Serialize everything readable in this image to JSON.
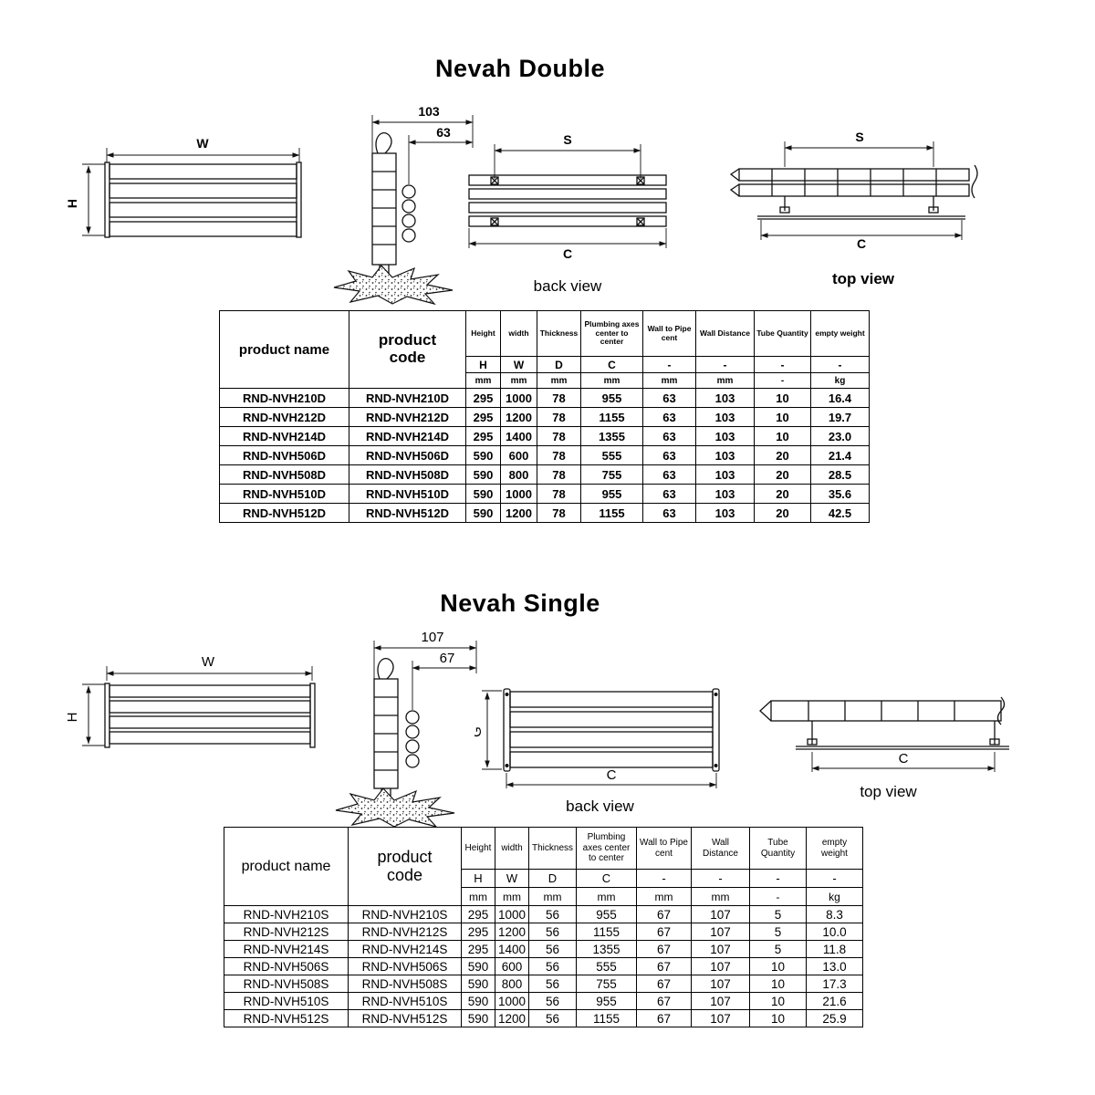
{
  "sections": [
    {
      "title": "Nevah Double",
      "front_view": {
        "w": "W",
        "h": "H"
      },
      "side_view": {
        "wall_distance": "103",
        "wall_to_pipe": "63"
      },
      "back_view": {
        "s": "S",
        "c": "C",
        "caption": "back view"
      },
      "top_view": {
        "s": "S",
        "c": "C",
        "caption": "top view"
      },
      "table": {
        "col_product_name": "product name",
        "col_product_code": "product code",
        "col_height": "Height",
        "col_width": "width",
        "col_thickness": "Thickness",
        "col_plumbing": "Plumbing axes center to center",
        "col_wall_pipe": "Wall to Pipe cent",
        "col_wall_distance": "Wall Distance",
        "col_tube_qty": "Tube Quantity",
        "col_empty_weight": "empty weight",
        "symbols": [
          "H",
          "W",
          "D",
          "C",
          "-",
          "-",
          "-",
          "-"
        ],
        "units": [
          "mm",
          "mm",
          "mm",
          "mm",
          "mm",
          "mm",
          "-",
          "kg"
        ],
        "rows": [
          [
            "RND-NVH210D",
            "RND-NVH210D",
            "295",
            "1000",
            "78",
            "955",
            "63",
            "103",
            "10",
            "16.4"
          ],
          [
            "RND-NVH212D",
            "RND-NVH212D",
            "295",
            "1200",
            "78",
            "1155",
            "63",
            "103",
            "10",
            "19.7"
          ],
          [
            "RND-NVH214D",
            "RND-NVH214D",
            "295",
            "1400",
            "78",
            "1355",
            "63",
            "103",
            "10",
            "23.0"
          ],
          [
            "RND-NVH506D",
            "RND-NVH506D",
            "590",
            "600",
            "78",
            "555",
            "63",
            "103",
            "20",
            "21.4"
          ],
          [
            "RND-NVH508D",
            "RND-NVH508D",
            "590",
            "800",
            "78",
            "755",
            "63",
            "103",
            "20",
            "28.5"
          ],
          [
            "RND-NVH510D",
            "RND-NVH510D",
            "590",
            "1000",
            "78",
            "955",
            "63",
            "103",
            "20",
            "35.6"
          ],
          [
            "RND-NVH512D",
            "RND-NVH512D",
            "590",
            "1200",
            "78",
            "1155",
            "63",
            "103",
            "20",
            "42.5"
          ]
        ]
      }
    },
    {
      "title": "Nevah Single",
      "front_view": {
        "w": "W",
        "h": "H"
      },
      "side_view": {
        "wall_distance": "107",
        "wall_to_pipe": "67"
      },
      "back_view": {
        "g": "G",
        "c": "C",
        "caption": "back view"
      },
      "top_view": {
        "c": "C",
        "caption": "top view"
      },
      "table": {
        "col_product_name": "product name",
        "col_product_code": "product code",
        "col_height": "Height",
        "col_width": "width",
        "col_thickness": "Thickness",
        "col_plumbing": "Plumbing axes center to center",
        "col_wall_pipe": "Wall to Pipe cent",
        "col_wall_distance": "Wall Distance",
        "col_tube_qty": "Tube Quantity",
        "col_empty_weight": "empty weight",
        "symbols": [
          "H",
          "W",
          "D",
          "C",
          "-",
          "-",
          "-",
          "-"
        ],
        "units": [
          "mm",
          "mm",
          "mm",
          "mm",
          "mm",
          "mm",
          "-",
          "kg"
        ],
        "rows": [
          [
            "RND-NVH210S",
            "RND-NVH210S",
            "295",
            "1000",
            "56",
            "955",
            "67",
            "107",
            "5",
            "8.3"
          ],
          [
            "RND-NVH212S",
            "RND-NVH212S",
            "295",
            "1200",
            "56",
            "1155",
            "67",
            "107",
            "5",
            "10.0"
          ],
          [
            "RND-NVH214S",
            "RND-NVH214S",
            "295",
            "1400",
            "56",
            "1355",
            "67",
            "107",
            "5",
            "11.8"
          ],
          [
            "RND-NVH506S",
            "RND-NVH506S",
            "590",
            "600",
            "56",
            "555",
            "67",
            "107",
            "10",
            "13.0"
          ],
          [
            "RND-NVH508S",
            "RND-NVH508S",
            "590",
            "800",
            "56",
            "755",
            "67",
            "107",
            "10",
            "17.3"
          ],
          [
            "RND-NVH510S",
            "RND-NVH510S",
            "590",
            "1000",
            "56",
            "955",
            "67",
            "107",
            "10",
            "21.6"
          ],
          [
            "RND-NVH512S",
            "RND-NVH512S",
            "590",
            "1200",
            "56",
            "1155",
            "67",
            "107",
            "10",
            "25.9"
          ]
        ]
      }
    }
  ]
}
